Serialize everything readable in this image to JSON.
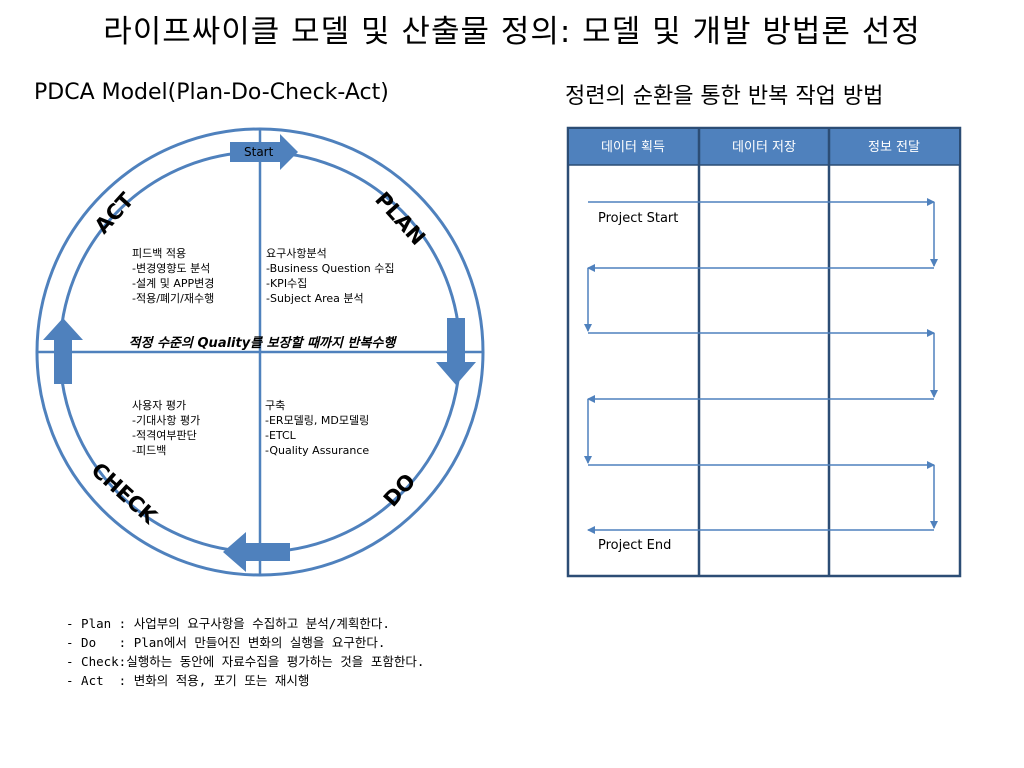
{
  "slide": {
    "title": "라이프싸이클 모델 및 산출물 정의: 모델 및 개발 방법론 선정",
    "left_heading": "PDCA Model(Plan-Do-Check-Act)",
    "right_heading": "정련의 순환을 통한 반복 작업 방법"
  },
  "pdca": {
    "start_label": "Start",
    "quadrants": {
      "act": "ACT",
      "plan": "PLAN",
      "check": "CHECK",
      "do": "DO"
    },
    "center_text": "적정 수준의 Quality를 보장할 때까지 반복수행",
    "act_items": [
      "피드백 적용",
      "-변경영향도 분석",
      "-설계 및 APP변경",
      "-적용/폐기/재수행"
    ],
    "plan_items": [
      "요구사항분석",
      "-Business Question 수집",
      "-KPI수집",
      "-Subject Area 분석"
    ],
    "check_items": [
      "사용자 평가",
      "-기대사항 평가",
      "-적격여부판단",
      "-피드백"
    ],
    "do_items": [
      "구축",
      "-ER모델링, MD모델링",
      "-ETCL",
      "-Quality Assurance"
    ]
  },
  "iteration": {
    "columns": [
      "데이터 획득",
      "데이터 저장",
      "정보 전달"
    ],
    "project_start": "Project Start",
    "project_end": "Project End"
  },
  "notes": [
    "- Plan : 사업부의 요구사항을 수집하고 분석/계획한다.",
    "- Do   : Plan에서 만들어진 변화의 실행을 요구한다.",
    "- Check:실행하는 동안에 자료수집을 평가하는 것을 포함한다.",
    "- Act  : 변화의 적용, 포기 또는 재시행"
  ],
  "colors": {
    "diagram_blue": "#4f81bd",
    "header_blue": "#4f81bd",
    "border_navy": "#2c4d75",
    "flow_line": "#4f81bd"
  }
}
